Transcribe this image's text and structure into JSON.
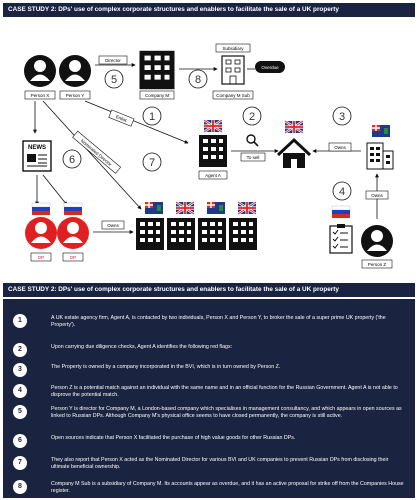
{
  "top_title": "CASE STUDY 2:  DPs' use of complex corporate structures and enablers to facilitate the sale of a UK property",
  "bottom_title": "CASE STUDY 2:  DPs' use of complex corporate structures and enablers to facilitate the sale of a UK property",
  "diagram": {
    "labels": {
      "person_x": "Person X",
      "person_y": "Person Y",
      "company_m": "Company M",
      "company_m_sub": "Company M Sub",
      "subsidiary": "Subsidiary",
      "overdue": "Overdue",
      "agent_a": "Agent A",
      "to_sell": "To sell",
      "owns_1": "Owns",
      "owns_2": "Owns",
      "owns_3": "Owns",
      "person_z": "Person Z",
      "dp_1": "DP",
      "dp_2": "DP",
      "director": "Director",
      "enlist": "Enlist",
      "nominated_director": "Nominated Director",
      "news": "NEWS"
    },
    "numbers": [
      "1",
      "2",
      "3",
      "4",
      "5",
      "6",
      "7",
      "8"
    ],
    "colors": {
      "dark": "#111111",
      "red": "#e02020",
      "dp_label": "#e02020"
    }
  },
  "details": [
    {
      "num": "1",
      "text": "A UK estate agency firm, Agent A, is contacted by two individuals, Person X and Person Y, to broker the sale of a super prime UK property ('the Property')."
    },
    {
      "num": "2",
      "text": "Upon carrying due diligence checks, Agent A identifies the following red flags:"
    },
    {
      "num": "3",
      "text": "The Property is owned by a company incorporated in the BVI, which is in turn owned by Person Z."
    },
    {
      "num": "4",
      "text": "Person Z is a potential match against an individual with the same name and in an official function for the Russian Government. Agent A is not able to disprove the potential match."
    },
    {
      "num": "5",
      "text": "Person Y is director for Company M, a London-based company which specialises in management consultancy, and which appears in open sources as linked to Russian DPs. Although Company M's physical office seems to have closed permanently, the company is still active."
    },
    {
      "num": "6",
      "text": "Open sources indicate that Person X facilitated the purchase of high value goods for other Russian DPs."
    },
    {
      "num": "7",
      "text": "They also report that Person X acted as the Nominated Director for various BVI and UK companies to prevent Russian DPs from disclosing their ultimate beneficial ownership."
    },
    {
      "num": "8",
      "text": "Company M Sub is a subsidiary of Company M. Its accounts appear as overdue, and it has an active proposal for strike off from the Companies House register."
    }
  ]
}
